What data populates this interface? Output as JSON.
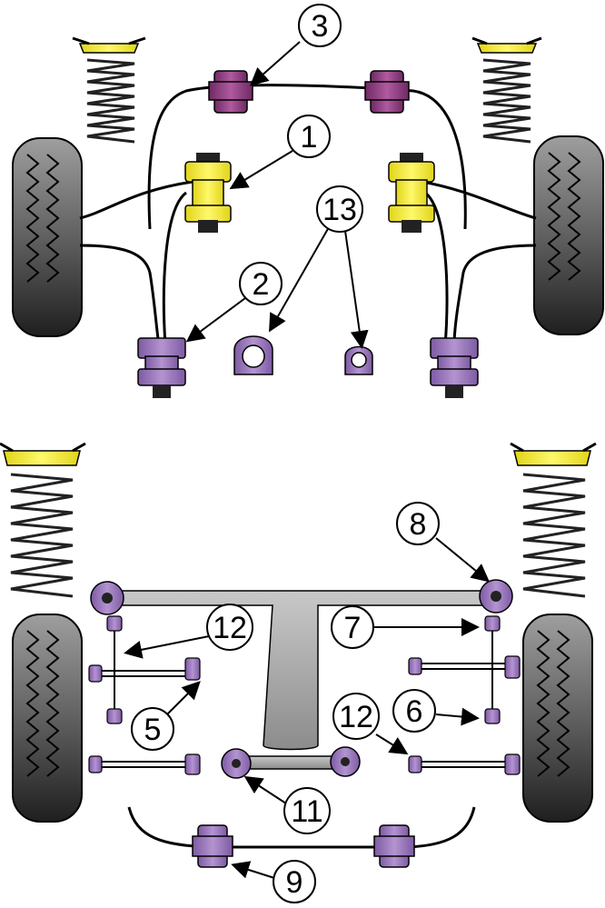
{
  "colors": {
    "background": "#ffffff",
    "outline": "#000000",
    "spring_seat_yellow": "#f5ee2a",
    "bush_yellow": "#f2e824",
    "bush_purple": "#9a7ab8",
    "bush_magenta": "#8e3b7e",
    "beam_grey": "#a9a9a9",
    "tyre_dark": "#1f1f1f",
    "tyre_light": "#9e9e9e"
  },
  "icons": [
    "spring-icon",
    "wheel-icon",
    "bush-icon",
    "callout-arrow-icon"
  ],
  "callouts": {
    "c3": "3",
    "c1": "1",
    "c13": "13",
    "c2": "2",
    "c8": "8",
    "c12a": "12",
    "c7": "7",
    "c5": "5",
    "c12b": "12",
    "c6": "6",
    "c11": "11",
    "c9": "9"
  }
}
